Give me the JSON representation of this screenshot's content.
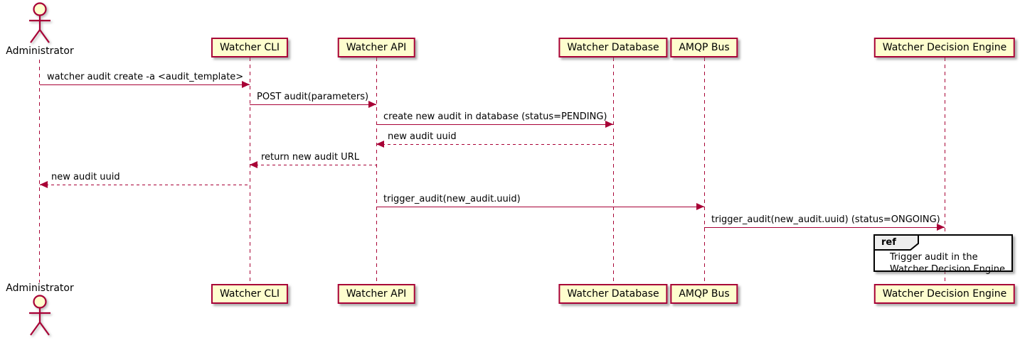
{
  "colors": {
    "accent": "#A80036",
    "participant_fill": "#FEFECE",
    "ref_tag_fill": "#EEEEEE",
    "text": "#000000"
  },
  "actor": {
    "name": "Administrator"
  },
  "participants": [
    {
      "label": "Watcher CLI"
    },
    {
      "label": "Watcher API"
    },
    {
      "label": "Watcher Database"
    },
    {
      "label": "AMQP Bus"
    },
    {
      "label": "Watcher Decision Engine"
    }
  ],
  "messages": [
    {
      "from": "Administrator",
      "to": "Watcher CLI",
      "line": "solid",
      "label": "watcher audit create -a <audit_template>"
    },
    {
      "from": "Watcher CLI",
      "to": "Watcher API",
      "line": "solid",
      "label": "POST audit(parameters)"
    },
    {
      "from": "Watcher API",
      "to": "Watcher Database",
      "line": "solid",
      "label": "create new audit in database (status=PENDING)"
    },
    {
      "from": "Watcher Database",
      "to": "Watcher API",
      "line": "dashed",
      "label": "new audit uuid"
    },
    {
      "from": "Watcher API",
      "to": "Watcher CLI",
      "line": "dashed",
      "label": "return new audit URL"
    },
    {
      "from": "Watcher CLI",
      "to": "Administrator",
      "line": "dashed",
      "label": "new audit uuid"
    },
    {
      "from": "Watcher API",
      "to": "AMQP Bus",
      "line": "solid",
      "label": "trigger_audit(new_audit.uuid)"
    },
    {
      "from": "AMQP Bus",
      "to": "Watcher Decision Engine",
      "line": "solid",
      "label": "trigger_audit(new_audit.uuid) (status=ONGOING)"
    }
  ],
  "ref": {
    "tag": "ref",
    "line1": "Trigger audit in the",
    "line2": "Watcher Decision Engine"
  }
}
